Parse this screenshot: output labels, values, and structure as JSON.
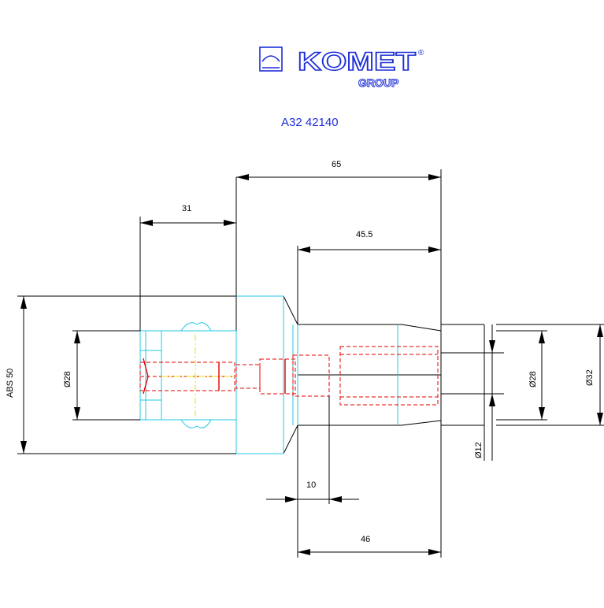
{
  "header": {
    "brand_name": "KOMET",
    "brand_sub": "GROUP",
    "brand_mark": "®",
    "part_number": "A32 42140",
    "brand_color": "#1e2fd8"
  },
  "colors": {
    "outline": "#000000",
    "contour": "#22c8e6",
    "hidden": "#e60000",
    "centerline": "#e8e000"
  },
  "dimensions": {
    "d_65": "65",
    "d_31": "31",
    "d_45_5": "45.5",
    "d_abs50": "ABS 50",
    "d_dia28_left": "Ø28",
    "d_dia28_right": "Ø28",
    "d_dia32": "Ø32",
    "d_dia12": "Ø12",
    "d_10": "10",
    "d_46": "46"
  }
}
